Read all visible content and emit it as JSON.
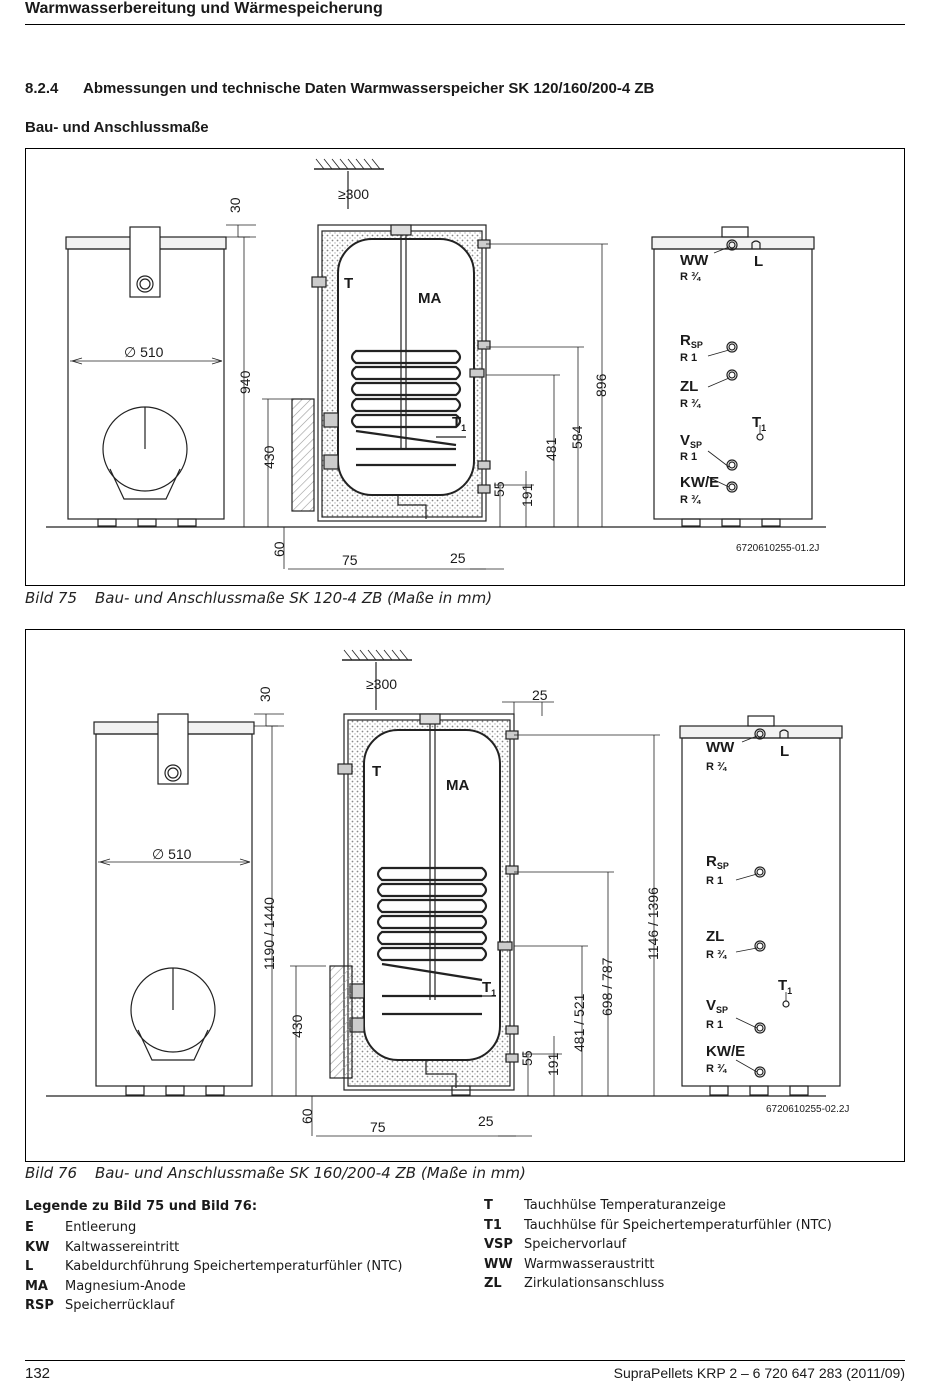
{
  "header": {
    "title": "Warmwasserbereitung und Wärmespeicherung"
  },
  "section": {
    "number": "8.2.4",
    "title": "Abmessungen und technische Daten Warmwasserspeicher SK 120/160/200-4 ZB"
  },
  "subsection": "Bau- und Anschlussmaße",
  "figure75": {
    "code": "6720610255-01.2J",
    "dims": {
      "d30": "30",
      "d300": "≥300",
      "d510": "∅ 510",
      "d940": "940",
      "d430": "430",
      "d60": "60",
      "d75": "75",
      "d25": "25",
      "d55": "55",
      "d191": "191",
      "d481": "481",
      "d584": "584",
      "d896": "896"
    },
    "labels": {
      "T": "T",
      "MA": "MA",
      "T1": "T",
      "T1sub": "1",
      "WW": "WW",
      "WWr": "R ¾",
      "L": "L",
      "RSP": "R",
      "RSPsub": "SP",
      "RSPr": "R 1",
      "ZL": "ZL",
      "ZLr": "R ¾",
      "VSP": "V",
      "VSPsub": "SP",
      "VSPr": "R 1",
      "KWE": "KW/E",
      "KWEr": "R ¾",
      "T1b": "T",
      "T1bsub": "1"
    },
    "caption_label": "Bild 75",
    "caption_text": "Bau- und Anschlussmaße SK 120-4 ZB (Maße in mm)"
  },
  "figure76": {
    "code": "6720610255-02.2J",
    "dims": {
      "d30": "30",
      "d300": "≥300",
      "d25top": "25",
      "d510": "∅ 510",
      "d1190": "1190 / 1440",
      "d430": "430",
      "d60": "60",
      "d75": "75",
      "d25": "25",
      "d55": "55",
      "d191": "191",
      "d481": "481 / 521",
      "d698": "698 / 787",
      "d1146": "1146 / 1396"
    },
    "labels": {
      "T": "T",
      "MA": "MA",
      "T1": "T",
      "T1sub": "1",
      "WW": "WW",
      "WWr": "R ¾",
      "L": "L",
      "RSP": "R",
      "RSPsub": "SP",
      "RSPr": "R 1",
      "ZL": "ZL",
      "ZLr": "R ¾",
      "VSP": "V",
      "VSPsub": "SP",
      "VSPr": "R 1",
      "KWE": "KW/E",
      "KWEr": "R ¾",
      "T1b": "T",
      "T1bsub": "1"
    },
    "caption_label": "Bild 76",
    "caption_text": "Bau- und Anschlussmaße SK 160/200-4 ZB (Maße in mm)"
  },
  "legend": {
    "title": "Legende zu Bild 75 und Bild 76:",
    "left": [
      {
        "key": "E",
        "text": "Entleerung"
      },
      {
        "key": "KW",
        "text": "Kaltwassereintritt"
      },
      {
        "key": "L",
        "text": "Kabeldurchführung Speichertemperaturfühler (NTC)"
      },
      {
        "key": "MA",
        "text": "Magnesium-Anode"
      },
      {
        "key": "RSP",
        "text": "Speicherrücklauf"
      }
    ],
    "right": [
      {
        "key": "T",
        "text": "Tauchhülse Temperaturanzeige"
      },
      {
        "key": "T1",
        "text": "Tauchhülse für Speichertemperaturfühler (NTC)"
      },
      {
        "key": "VSP",
        "text": "Speichervorlauf"
      },
      {
        "key": "WW",
        "text": "Warmwasseraustritt"
      },
      {
        "key": "ZL",
        "text": "Zirkulationsanschluss"
      }
    ]
  },
  "footer": {
    "page": "132",
    "doc": "SupraPellets KRP 2 – 6 720 647 283 (2011/09)"
  }
}
